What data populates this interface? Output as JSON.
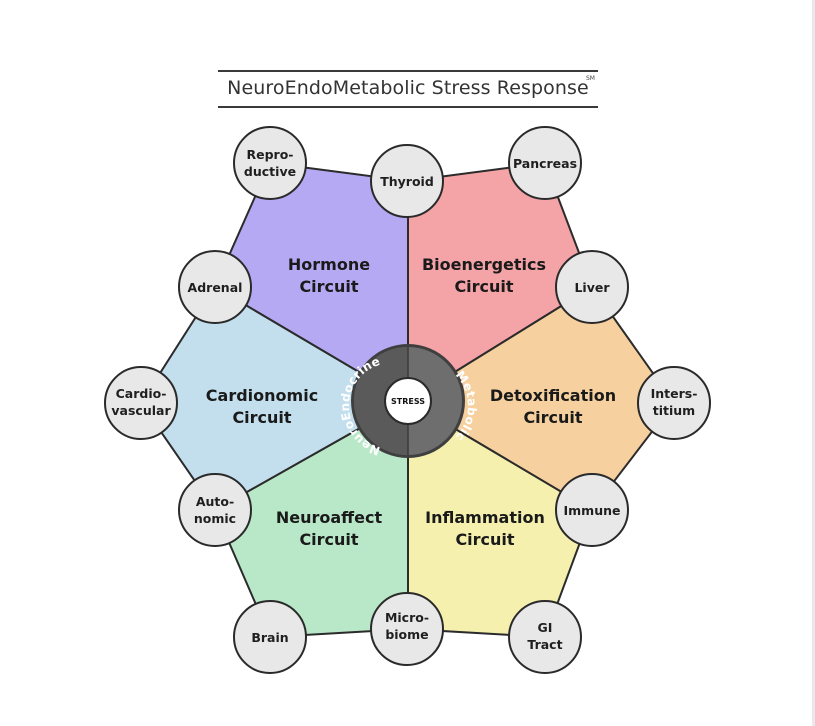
{
  "title": "NeuroEndoMetabolic Stress Response",
  "title_mark": "SM",
  "colors": {
    "hormone": "#b6a9f3",
    "bioenergetics": "#f4a3a6",
    "detoxification": "#f6d19f",
    "inflammation": "#f5f0ae",
    "neuroaffect": "#b8e8c8",
    "cardionomic": "#c3dfee",
    "node_fill": "#e8e8e8",
    "hub_outer": "#6e6e6e",
    "hub_ring": "#5a5a5a"
  },
  "circuits": [
    {
      "id": "hormone",
      "line1": "Hormone",
      "line2": "Circuit"
    },
    {
      "id": "bioenergetics",
      "line1": "Bioenergetics",
      "line2": "Circuit"
    },
    {
      "id": "detoxification",
      "line1": "Detoxification",
      "line2": "Circuit"
    },
    {
      "id": "inflammation",
      "line1": "Inflammation",
      "line2": "Circuit"
    },
    {
      "id": "neuroaffect",
      "line1": "Neuroaffect",
      "line2": "Circuit"
    },
    {
      "id": "cardionomic",
      "line1": "Cardionomic",
      "line2": "Circuit"
    }
  ],
  "nodes": [
    {
      "id": "reproductive",
      "line1": "Repro-",
      "line2": "ductive"
    },
    {
      "id": "thyroid",
      "line1": "Thyroid",
      "line2": ""
    },
    {
      "id": "pancreas",
      "line1": "Pancreas",
      "line2": ""
    },
    {
      "id": "adrenal",
      "line1": "Adrenal",
      "line2": ""
    },
    {
      "id": "liver",
      "line1": "Liver",
      "line2": ""
    },
    {
      "id": "cardiovascular",
      "line1": "Cardio-",
      "line2": "vascular"
    },
    {
      "id": "interstitium",
      "line1": "Inters-",
      "line2": "titium"
    },
    {
      "id": "autonomic",
      "line1": "Auto-",
      "line2": "nomic"
    },
    {
      "id": "immune",
      "line1": "Immune",
      "line2": ""
    },
    {
      "id": "brain",
      "line1": "Brain",
      "line2": ""
    },
    {
      "id": "microbiome",
      "line1": "Micro-",
      "line2": "biome"
    },
    {
      "id": "gi-tract",
      "line1": "GI",
      "line2": "Tract"
    }
  ],
  "hub": {
    "left_arc": "NeuroEndocrine",
    "right_arc": "Metabolic",
    "center": "STRESS"
  }
}
